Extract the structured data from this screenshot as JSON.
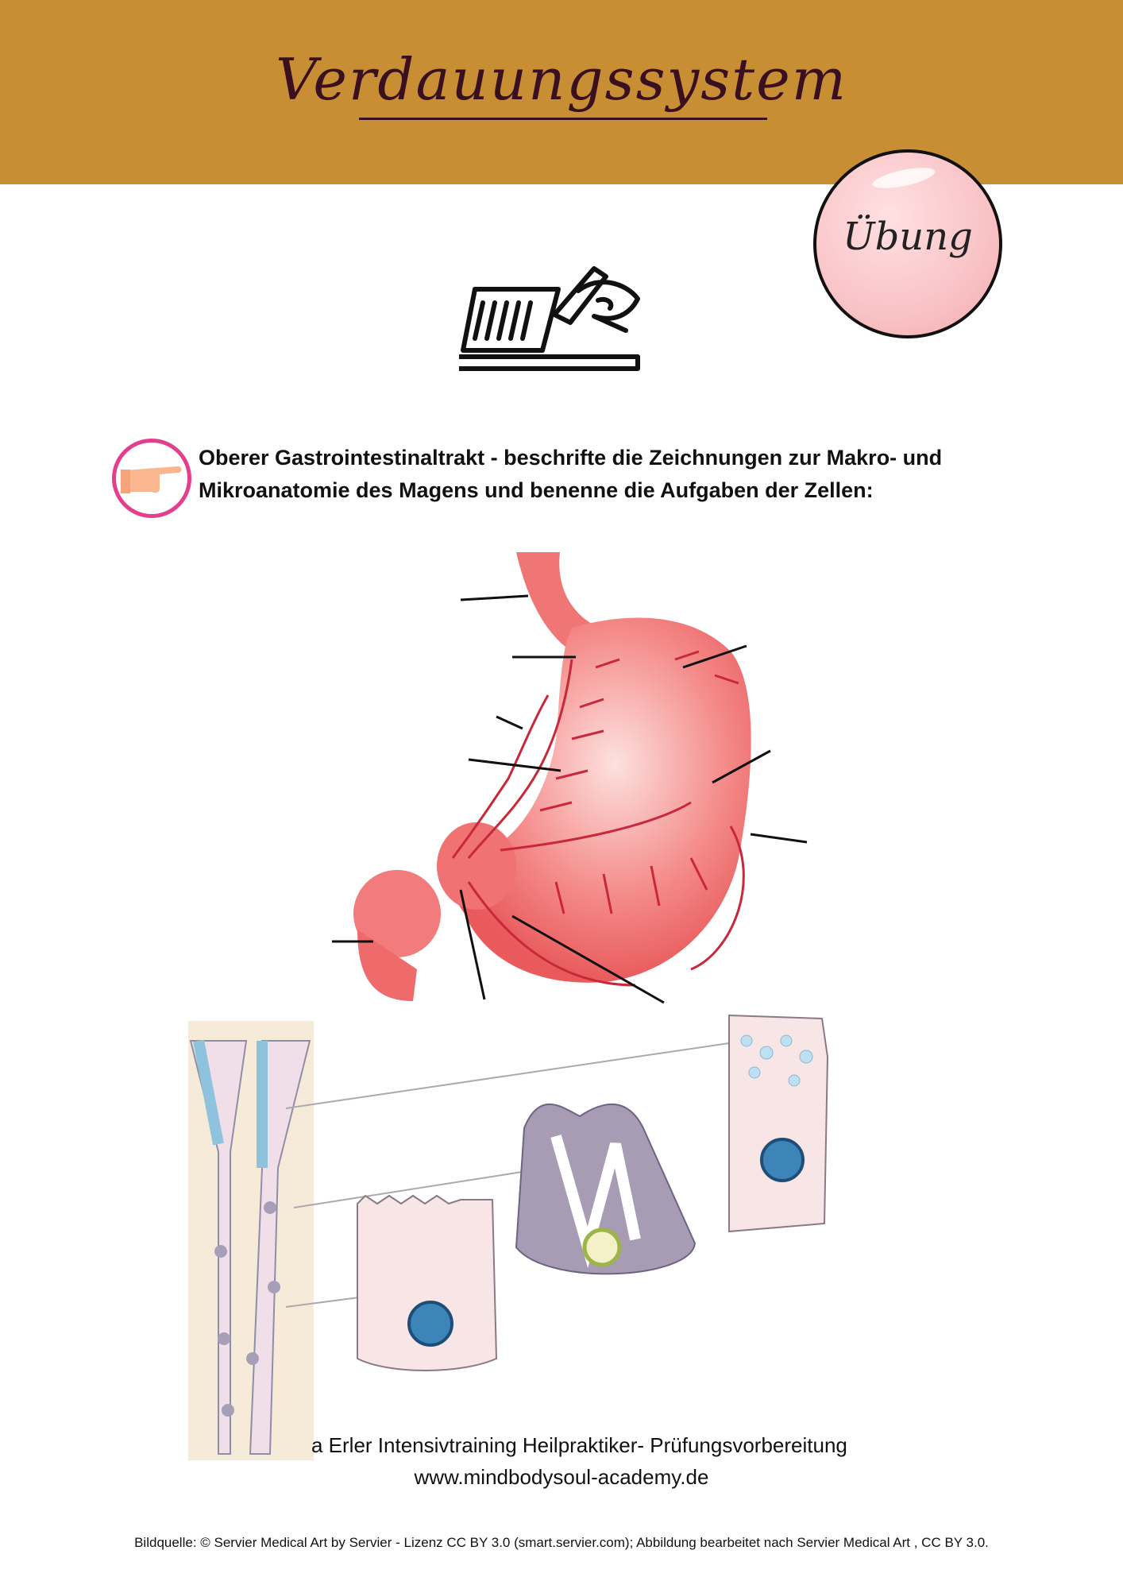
{
  "header": {
    "title": "Verdauungssystem"
  },
  "badge": {
    "label": "Übung"
  },
  "task": {
    "line1": "Oberer Gastrointestinaltrakt - beschrifte die Zeichnungen zur Makro- und",
    "line2": "Mikroanatomie des Magens und benenne die Aufgaben der Zellen:"
  },
  "footer": {
    "line1": "a Erler Intensivtraining Heilpraktiker- Prüfungsvorbereitung",
    "url": "www.mindbodysoul-academy.de",
    "credit": "Bildquelle: © Servier Medical Art by Servier - Lizenz CC BY 3.0 (smart.servier.com); Abbildung bearbeitet nach Servier Medical Art , CC BY 3.0."
  },
  "colors": {
    "banner": "#c78e33",
    "badge": "#f9c3c6",
    "accent": "#e33f8c",
    "stomach": "#ef6b6b"
  }
}
